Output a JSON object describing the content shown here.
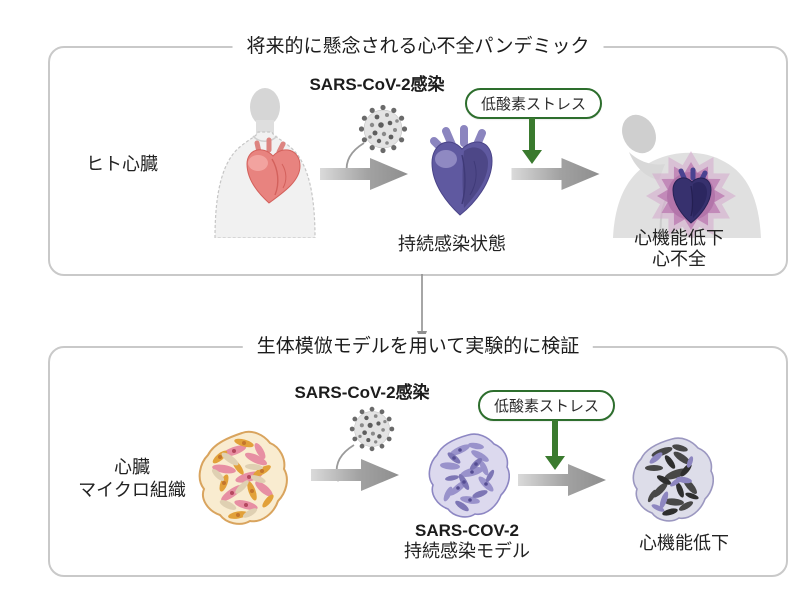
{
  "figure": {
    "panels": {
      "top": {
        "title": "将来的に懸念される心不全パンデミック",
        "subject_label": "ヒト心臓",
        "infection_label": "SARS-CoV-2感染",
        "stress_badge": "低酸素ストレス",
        "state_label": "持続感染状態",
        "outcome_line1": "心機能低下",
        "outcome_line2": "心不全"
      },
      "bottom": {
        "title": "生体模倣モデルを用いて実験的に検証",
        "subject_line1": "心臓",
        "subject_line2": "マイクロ組織",
        "infection_label": "SARS-CoV-2感染",
        "stress_badge": "低酸素ストレス",
        "model_line1": "SARS-COV-2",
        "model_line2": "持続感染モデル",
        "outcome_label": "心機能低下"
      }
    },
    "colors": {
      "accent_green": "#3a7a2e",
      "badge_border_green": "#2d6e2d",
      "panel_border_gray": "#c9c9c9",
      "arrow_gray": "#8e8e8e",
      "healthy_heart_red": "#e8837f",
      "infected_heart_purple": "#5f59a0",
      "glow_magenta": "#bc7cb2"
    }
  }
}
